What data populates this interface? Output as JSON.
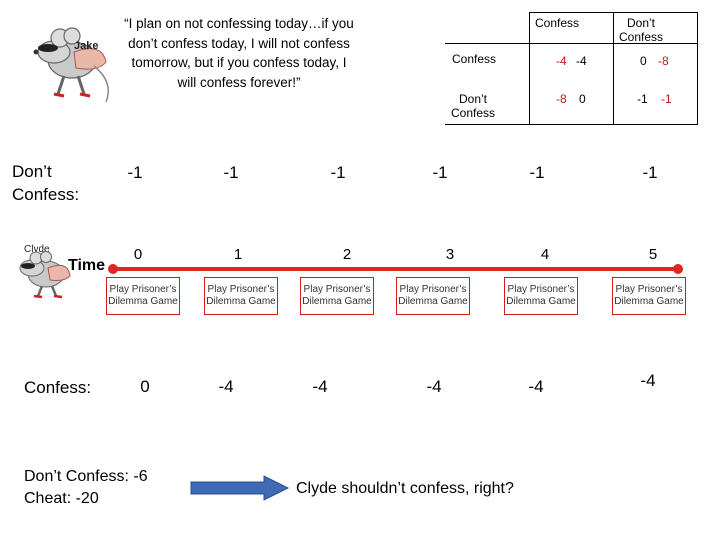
{
  "characters": {
    "jake": {
      "name": "Jake"
    },
    "clyde": {
      "name": "Clyde"
    }
  },
  "quote": "“I plan on not confessing today…if you don’t confess today, I will not confess tomorrow, but if you confess today, I will confess forever!”",
  "payoff_matrix": {
    "col_headers": [
      "Confess",
      "Don’t Confess"
    ],
    "row_headers": [
      "Confess",
      "Don’t Confess"
    ],
    "cells": [
      [
        {
          "a": "-4",
          "b": "-4"
        },
        {
          "a": "0",
          "b": "-8"
        }
      ],
      [
        {
          "a": "-8",
          "b": "0"
        },
        {
          "a": "-1",
          "b": "-1"
        }
      ]
    ]
  },
  "dont_confess_row": {
    "label": "Don’t Confess:",
    "values": [
      "-1",
      "-1",
      "-1",
      "-1",
      "-1",
      "-1"
    ]
  },
  "timeline": {
    "label": "Time",
    "periods": [
      "0",
      "1",
      "2",
      "3",
      "4",
      "5"
    ],
    "game_label": "Play Prisoner’s Dilemma Game"
  },
  "confess_row": {
    "label": "Confess:",
    "values": [
      "0",
      "-4",
      "-4",
      "-4",
      "-4",
      "-4"
    ]
  },
  "summary": {
    "line1": "Don’t Confess: -6",
    "line2": "Cheat: -20"
  },
  "conclusion": "Clyde shouldn’t confess, right?",
  "colors": {
    "timeline": "#e32424",
    "arrow": "#3f6bb5",
    "matrix_red": "#c21a1a"
  }
}
